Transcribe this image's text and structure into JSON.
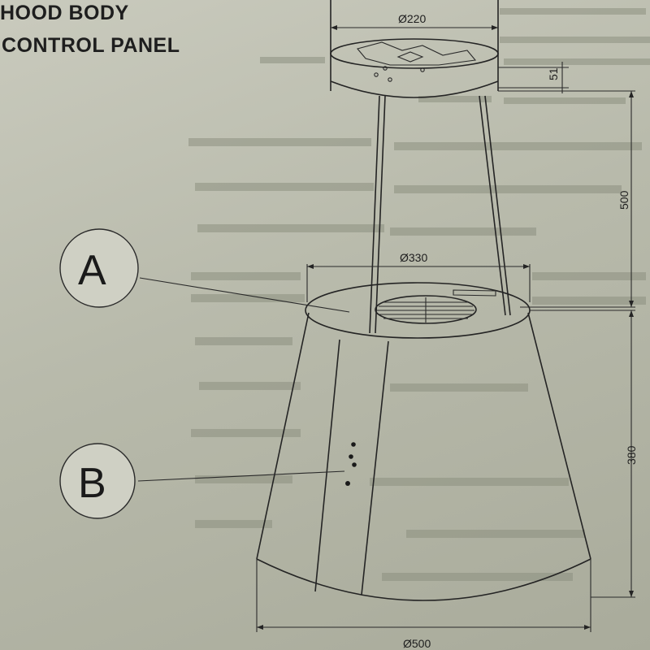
{
  "legend": {
    "hood_body": "HOOD BODY",
    "control_panel": "CONTROL PANEL"
  },
  "callouts": {
    "a": "A",
    "b": "B"
  },
  "dimensions": {
    "top_diameter": "Ø220",
    "chimney_collar_height": "51",
    "suspension_height": "500",
    "upper_diameter": "Ø330",
    "body_height": "380",
    "base_diameter": "Ø500"
  },
  "colors": {
    "paper": "#c2c4b6",
    "ink": "#242424"
  }
}
